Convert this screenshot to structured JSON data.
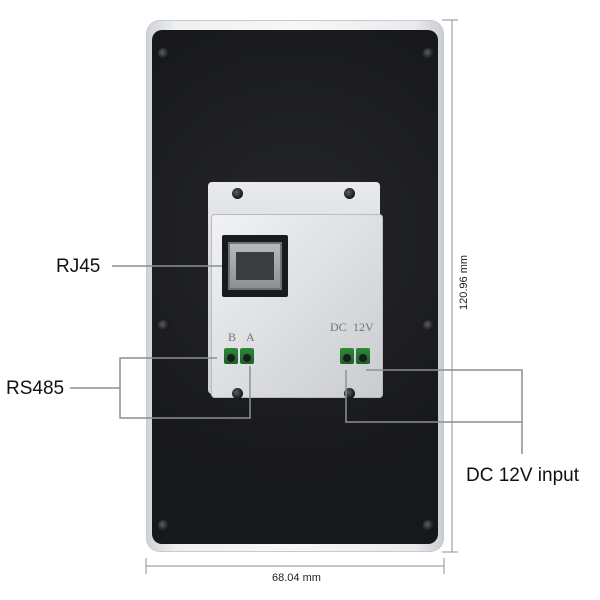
{
  "callouts": {
    "rj45": "RJ45",
    "rs485": "RS485",
    "dc_input": "DC 12V input"
  },
  "plate_labels": {
    "b": "B",
    "a": "A",
    "dc": "DC",
    "v12": "12V"
  },
  "dimensions": {
    "height": "120.96 mm",
    "width": "68.04 mm"
  },
  "colors": {
    "panel": "#17181a",
    "terminal": "#2f8a37",
    "line": "#8c8f94"
  }
}
